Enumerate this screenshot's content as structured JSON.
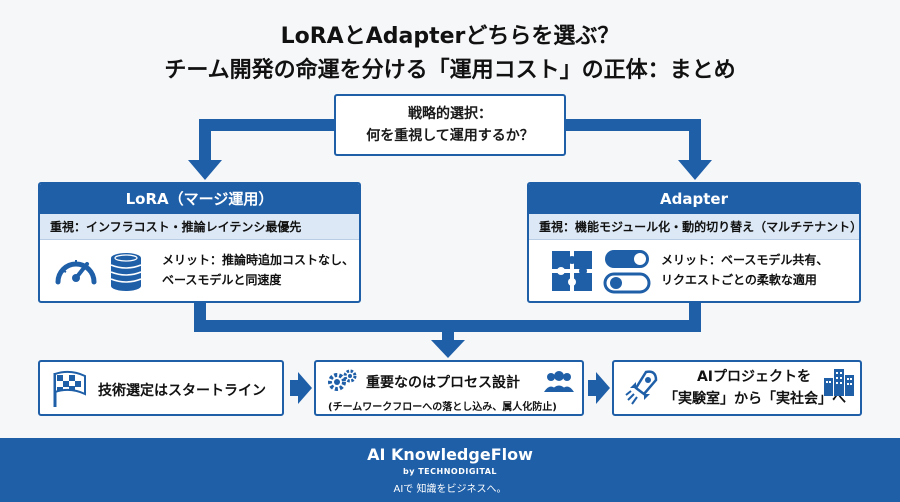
{
  "title": {
    "line1": "LoRAとAdapterどちらを選ぶ？",
    "line2": "チーム開発の命運を分ける「運用コスト」の正体：まとめ"
  },
  "center": {
    "line1": "戦略的選択：",
    "line2": "何を重視して運用するか？"
  },
  "lora": {
    "header": "LoRA（マージ運用）",
    "focus": "重視：インフラコスト・推論レイテンシ最優先",
    "merit_line1": "メリット：推論時追加コストなし、",
    "merit_line2": "ベースモデルと同速度",
    "icons": [
      "speedometer-icon",
      "coin-stack-icon"
    ]
  },
  "adapter": {
    "header": "Adapter",
    "focus": "重視：機能モジュール化・動的切り替え（マルチテナント）",
    "merit_line1": "メリット：ベースモデル共有、",
    "merit_line2": "リクエストごとの柔軟な適用",
    "icons": [
      "puzzle-icon",
      "toggle-switch-icon"
    ]
  },
  "steps": {
    "step1": "技術選定はスタートライン",
    "step2_main": "重要なのはプロセス設計",
    "step2_sub": "(チームワークフローへの落とし込み、属人化防止)",
    "step3_line1": "AIプロジェクトを",
    "step3_line2": "「実験室」から「実社会」へ"
  },
  "footer": {
    "brand": "AI KnowledgeFlow",
    "by": "by TECHNODIGITAL",
    "tagline": "AIで 知識をビジネスへ。"
  },
  "colors": {
    "primary": "#1f5fa8",
    "light": "#dce8f5"
  }
}
